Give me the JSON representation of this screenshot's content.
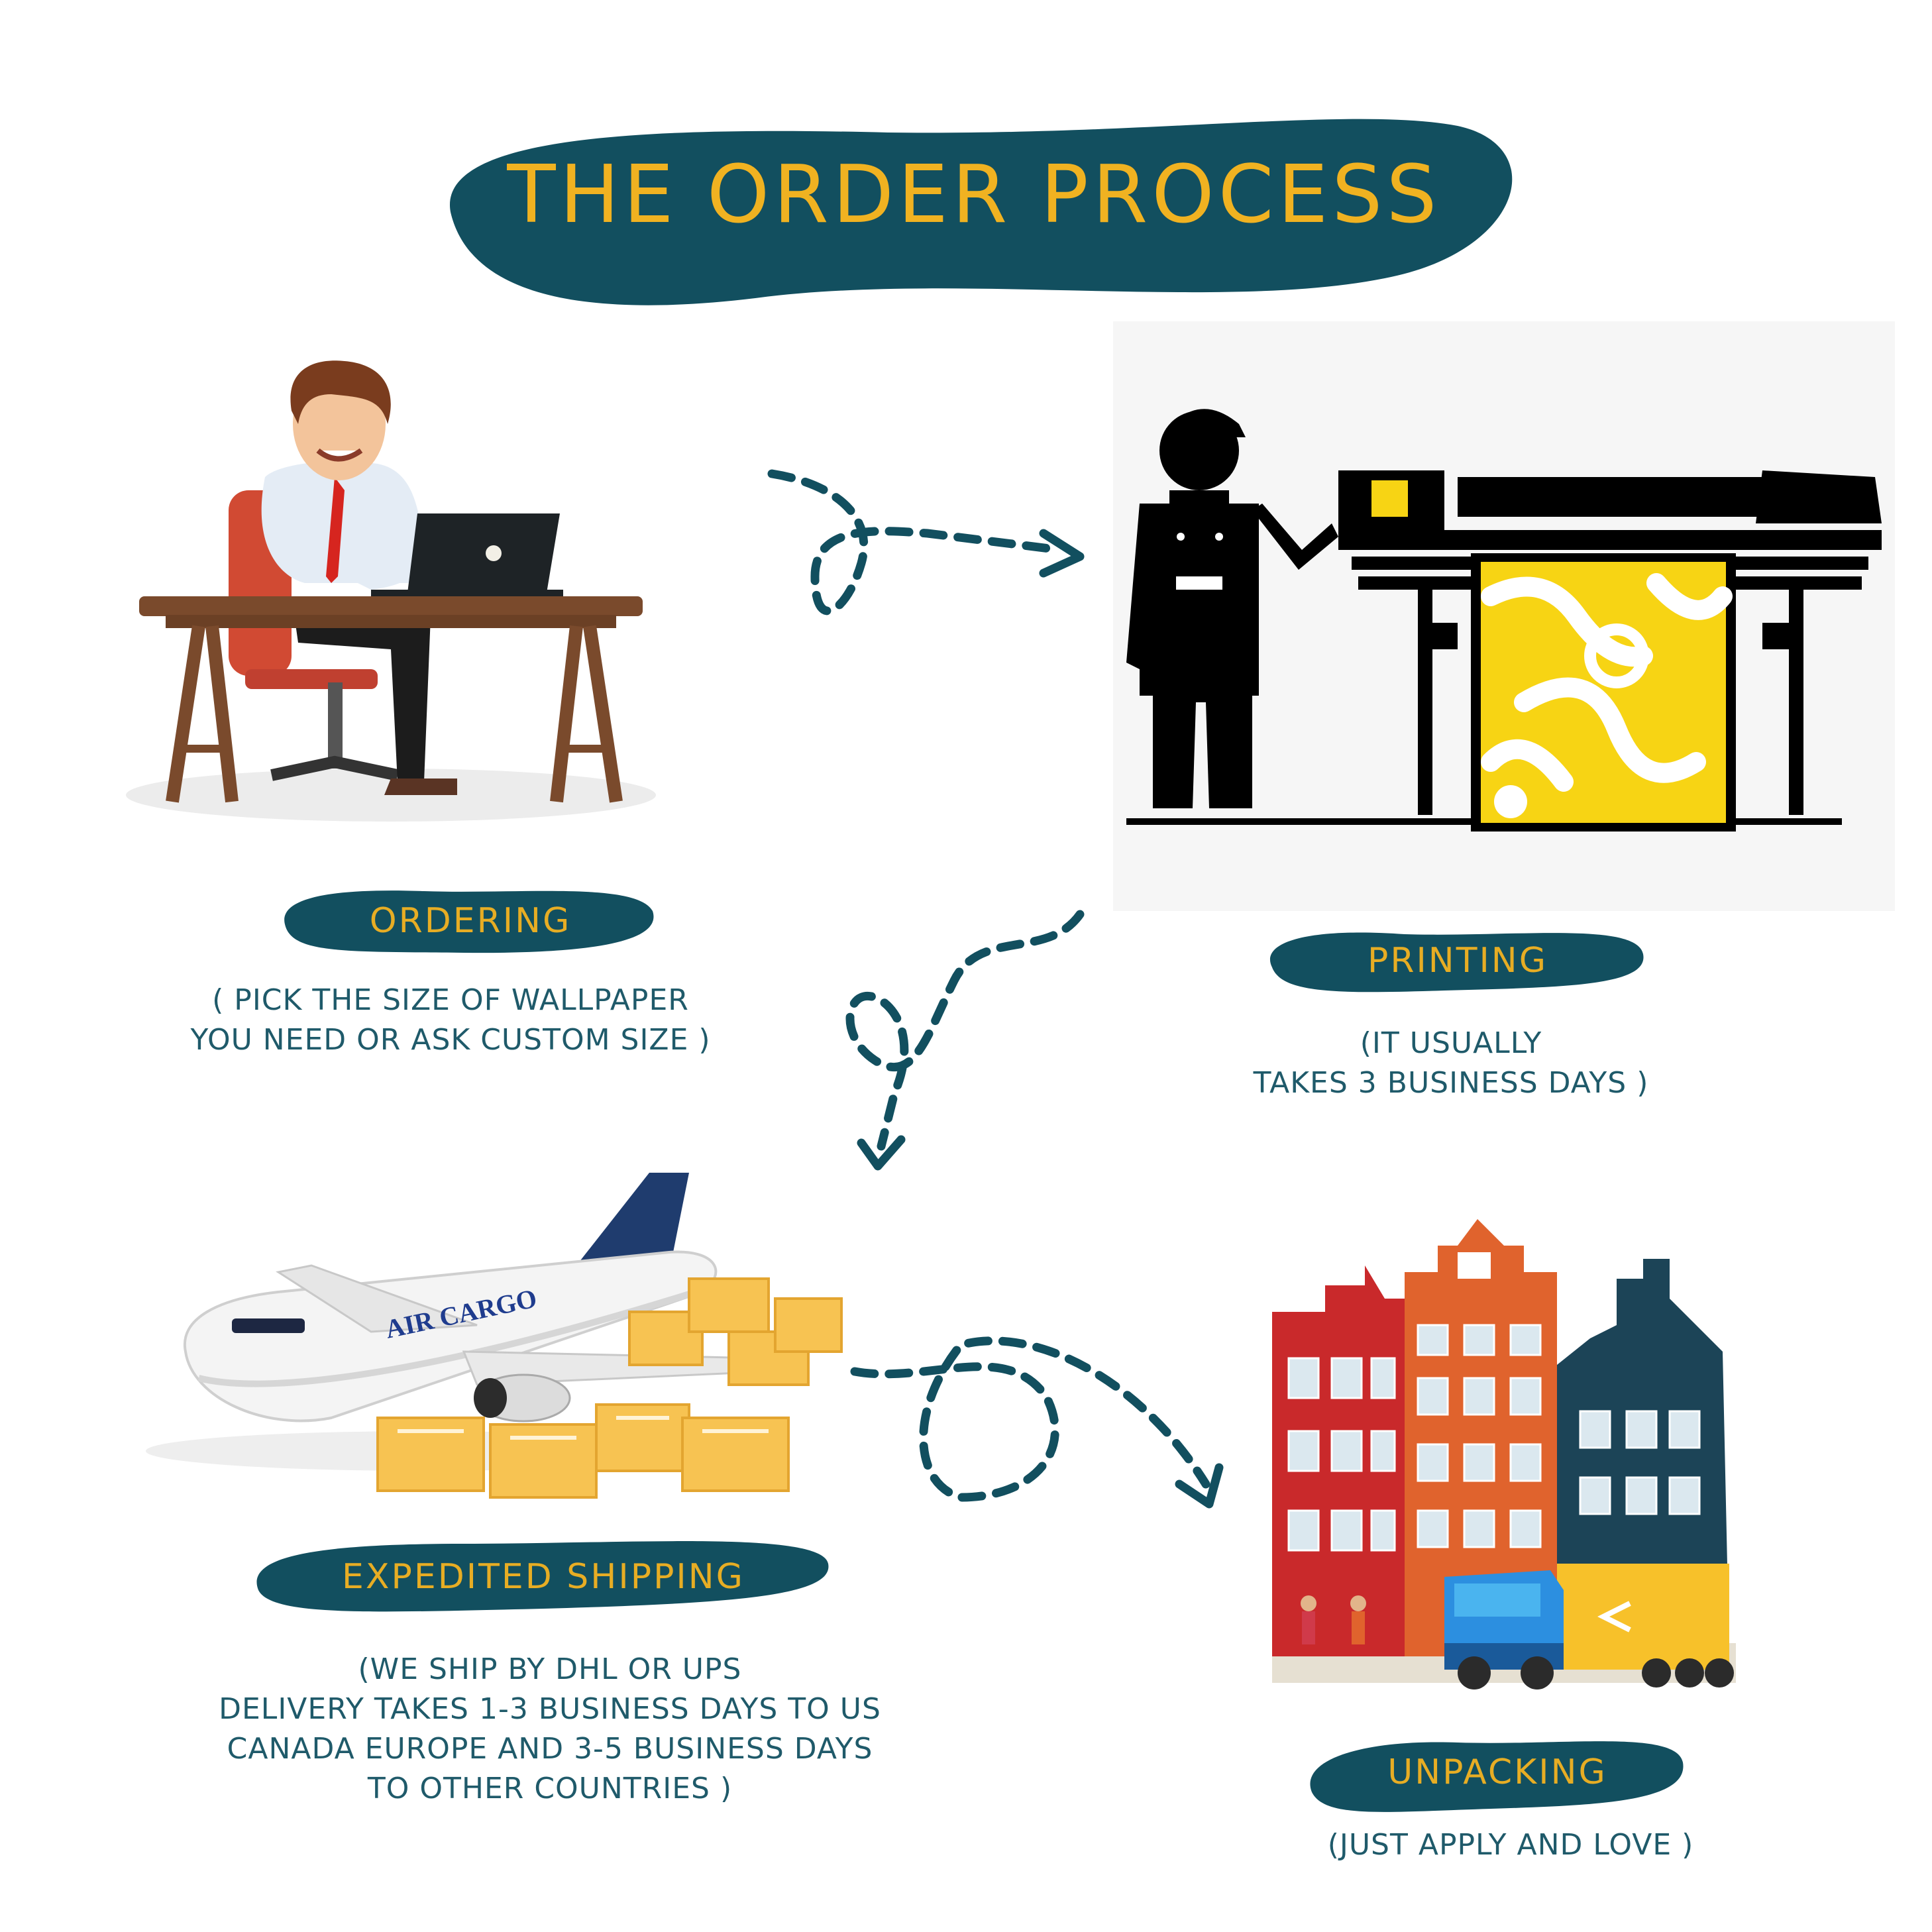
{
  "title": "THE ORDER PROCESS",
  "colors": {
    "pill": "#124f5f",
    "pill_text": "#e7ad24",
    "description_text": "#1f5a6a",
    "arrow": "#124f5f",
    "printer_bg": "#f6f6f6",
    "print_yellow": "#f7d414"
  },
  "steps": [
    {
      "id": "ordering",
      "label": "ORDERING",
      "description": [
        "( PICK THE SIZE OF WALLPAPER",
        "YOU NEED OR ASK CUSTOM SIZE )"
      ],
      "illustration": "man-at-laptop-desk"
    },
    {
      "id": "printing",
      "label": "PRINTING",
      "description": [
        "(IT USUALLY",
        "TAKES 3 BUSINESS DAYS )"
      ],
      "illustration": "worker-with-large-format-printer"
    },
    {
      "id": "shipping",
      "label": "EXPEDITED SHIPPING",
      "description": [
        "(WE SHIP BY DHL OR UPS",
        "DELIVERY TAKES 1-3 BUSINESS DAYS TO US",
        "CANADA EUROPE AND 3-5 BUSINESS DAYS",
        "TO OTHER COUNTRIES )"
      ],
      "illustration": "cargo-plane-with-boxes",
      "plane_text": "AIR CARGO"
    },
    {
      "id": "unpacking",
      "label": "UNPACKING",
      "description": [
        "(JUST APPLY AND LOVE )"
      ],
      "illustration": "houses-and-delivery-truck"
    }
  ]
}
